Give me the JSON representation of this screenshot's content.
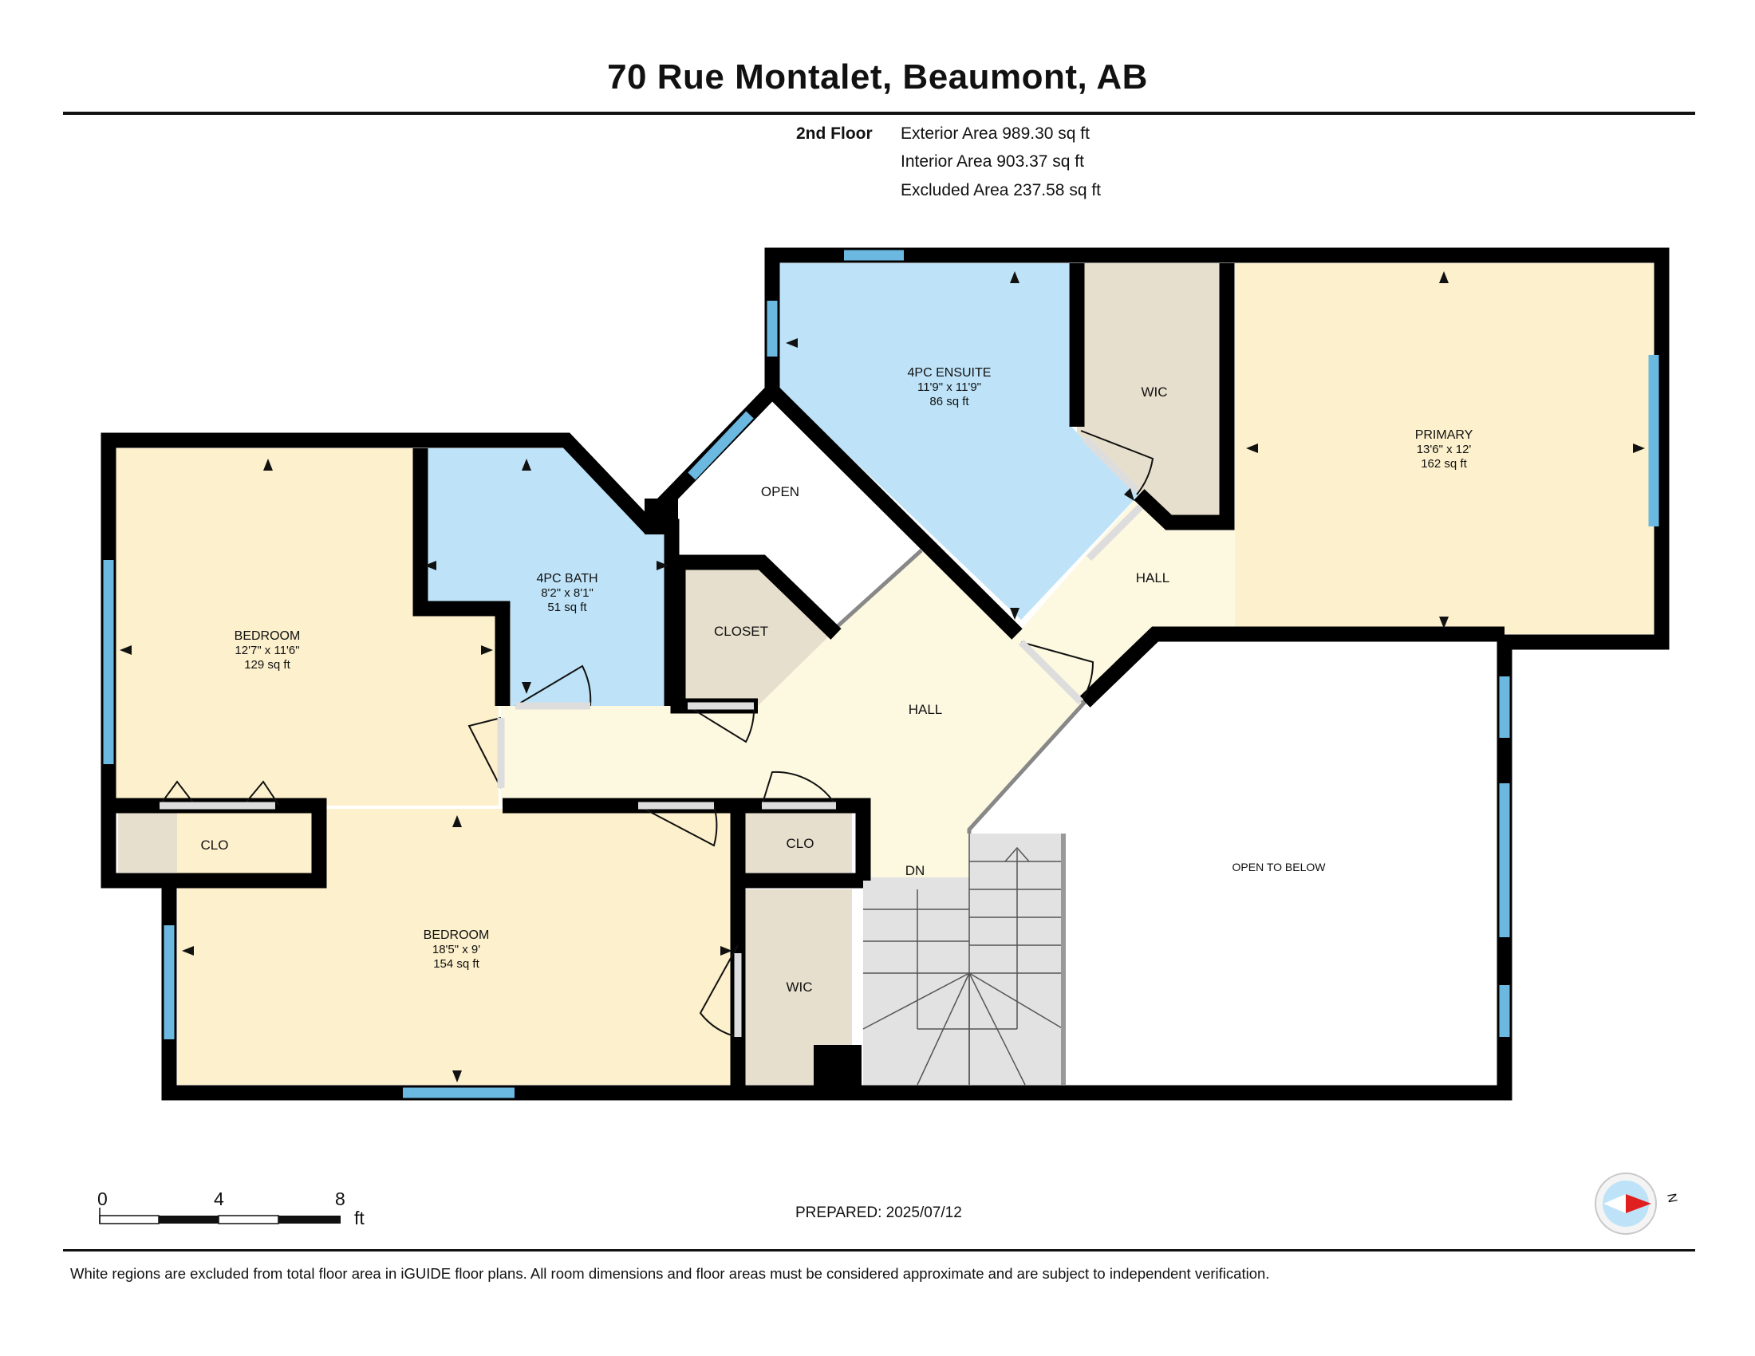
{
  "header": {
    "title": "70 Rue Montalet, Beaumont, AB"
  },
  "areas": {
    "floor": "2nd Floor",
    "exterior": "Exterior Area 989.30 sq ft",
    "interior": "Interior Area 903.37 sq ft",
    "excluded": "Excluded Area 237.58 sq ft"
  },
  "colors": {
    "wall": "#000000",
    "bedroom": "#fdf0cc",
    "bath": "#bee3f8",
    "storage": "#e7dfcd",
    "hall": "#fdf8e0",
    "window": "#6bb8e0",
    "stairs": "#e2e2e2"
  },
  "rooms": {
    "ensuite": {
      "name": "4PC ENSUITE",
      "dims": "11'9\" x 11'9\"",
      "area": "86 sq ft"
    },
    "wic_top": {
      "name": "WIC"
    },
    "primary": {
      "name": "PRIMARY",
      "dims": "13'6\" x 12'",
      "area": "162 sq ft"
    },
    "open": {
      "name": "OPEN"
    },
    "hall_right": {
      "name": "HALL"
    },
    "bath": {
      "name": "4PC BATH",
      "dims": "8'2\" x 8'1\"",
      "area": "51 sq ft"
    },
    "bedroom1": {
      "name": "BEDROOM",
      "dims": "12'7\" x 11'6\"",
      "area": "129 sq ft"
    },
    "closet": {
      "name": "CLOSET"
    },
    "hall_main": {
      "name": "HALL"
    },
    "clo_left": {
      "name": "CLO"
    },
    "clo_mid": {
      "name": "CLO"
    },
    "dn": {
      "name": "DN"
    },
    "open_below": {
      "name": "OPEN TO BELOW"
    },
    "bedroom2": {
      "name": "BEDROOM",
      "dims": "18'5\" x 9'",
      "area": "154 sq ft"
    },
    "wic_bottom": {
      "name": "WIC"
    }
  },
  "scale": {
    "ticks": [
      "0",
      "4",
      "8"
    ],
    "unit": "ft"
  },
  "compass": {
    "label": "N"
  },
  "footer": {
    "prepared": "PREPARED: 2025/07/12",
    "disclaimer": "White regions are excluded from total floor area in iGUIDE floor plans. All room dimensions and floor areas must be considered approximate and are subject to independent verification."
  }
}
